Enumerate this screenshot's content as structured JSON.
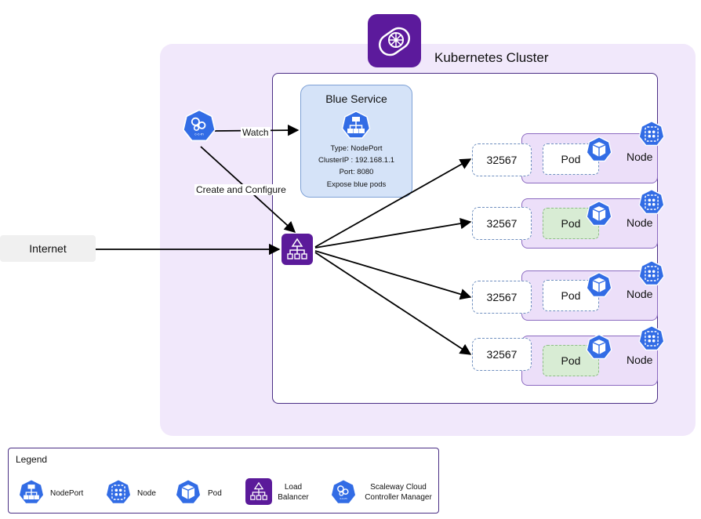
{
  "cluster": {
    "title": "Kubernetes Cluster"
  },
  "service": {
    "title": "Blue Service",
    "lines": [
      "Type: NodePort",
      "ClusterIP : 192.168.1.1",
      "Port: 8080",
      "Expose blue pods"
    ]
  },
  "internet": {
    "label": "Internet"
  },
  "edges": {
    "watch": "Watch",
    "create": "Create and Configure"
  },
  "nodes": [
    {
      "port": "32567",
      "pod": "Pod",
      "pod_color": "white",
      "node": "Node"
    },
    {
      "port": "32567",
      "pod": "Pod",
      "pod_color": "green",
      "node": "Node"
    },
    {
      "port": "32567",
      "pod": "Pod",
      "pod_color": "white",
      "node": "Node"
    },
    {
      "port": "32567",
      "pod": "Pod",
      "pod_color": "green",
      "node": "Node"
    }
  ],
  "legend": {
    "title": "Legend",
    "items": [
      {
        "icon": "nodeport-icon",
        "label": "NodePort"
      },
      {
        "icon": "node-icon",
        "label": "Node"
      },
      {
        "icon": "pod-icon",
        "label": "Pod"
      },
      {
        "icon": "load-balancer-icon",
        "label": "Load Balancer"
      },
      {
        "icon": "ccm-icon",
        "label": "Scaleway Cloud Controller Manager"
      }
    ]
  },
  "colors": {
    "purple": "#5b1a9a",
    "blue": "#326ce5",
    "cluster_bg": "#f1e8fb",
    "service_bg": "#d5e3f8",
    "pod_green": "#d8ecd4"
  }
}
